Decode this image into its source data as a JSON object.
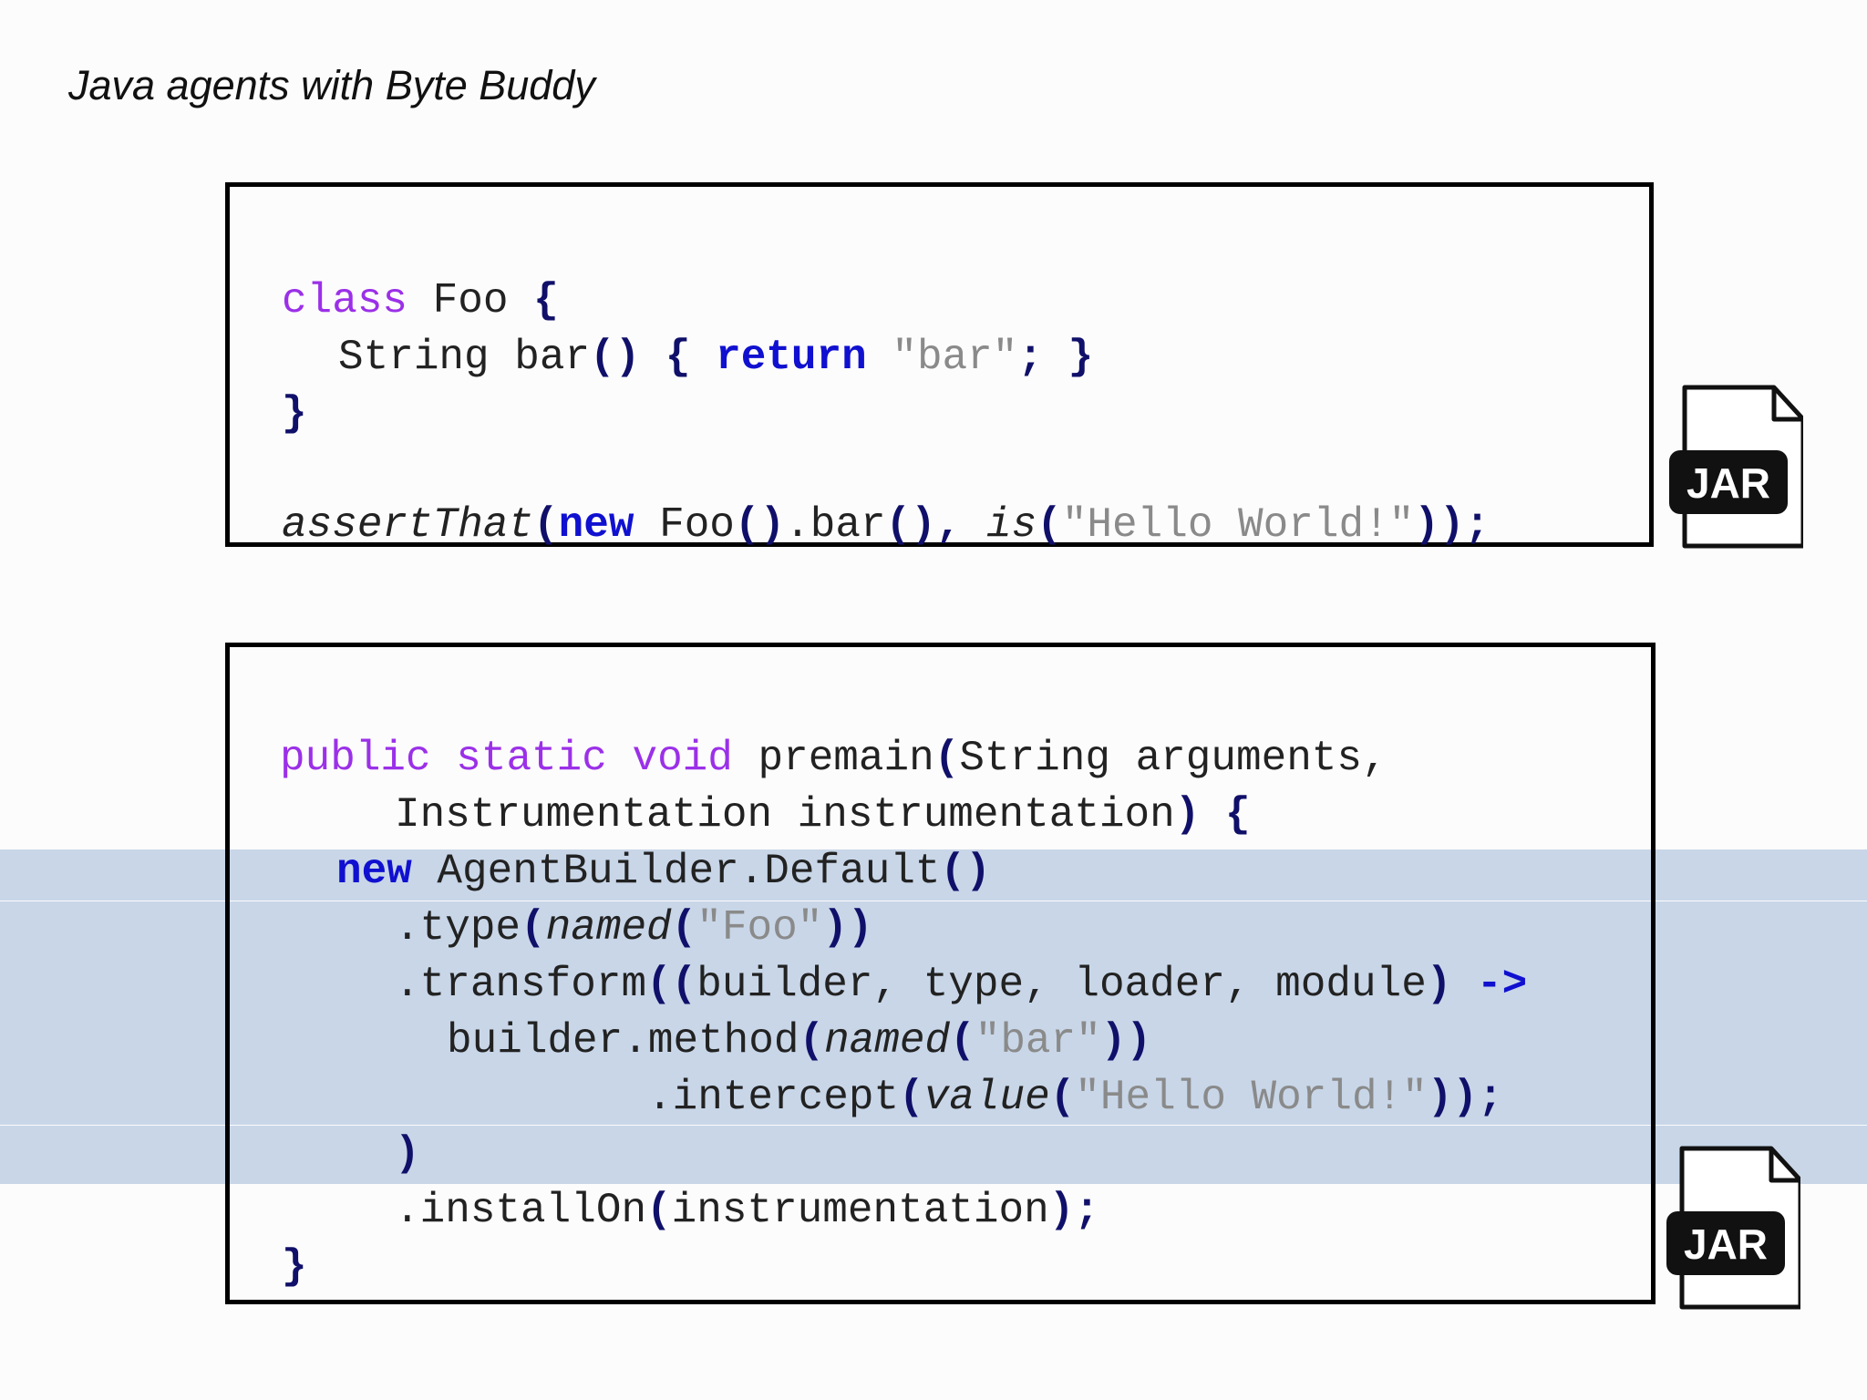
{
  "title": "Java agents with Byte Buddy",
  "top_box": {
    "line1": {
      "kw": "class",
      "text": " Foo ",
      "brace": "{"
    },
    "line2": {
      "type": "String bar",
      "paren": "()",
      "sp": " ",
      "brace_open": "{",
      "kw": "return",
      "str": "\"bar\"",
      "semi": "; ",
      "brace_close": "}"
    },
    "line3": {
      "brace": "}"
    },
    "line4": {
      "fn": "assertThat",
      "p1": "(",
      "kw": "new",
      "foo": " Foo",
      "p2": "()",
      "dotbar": ".bar",
      "p3": "()",
      "comma": ", ",
      "is": "is",
      "p4": "(",
      "str": "\"Hello World!\"",
      "p5": "));"
    }
  },
  "bottom_box": {
    "l1": {
      "kw": "public static void",
      "text": " premain",
      "p": "(",
      "rest": "String arguments,"
    },
    "l2": {
      "text": "Instrumentation instrumentation",
      "p": ")",
      "sp": " ",
      "brace": "{"
    },
    "l3": {
      "kw": "new",
      "text": " AgentBuilder.Default",
      "p": "()"
    },
    "l4": {
      "text": ".type",
      "p1": "(",
      "fn": "named",
      "p2": "(",
      "str": "\"Foo\"",
      "p3": "))"
    },
    "l5": {
      "text": ".transform",
      "p1": "((",
      "args": "builder, type, loader, module",
      "p2": ")",
      "sp": " ",
      "arrow": "->"
    },
    "l6": {
      "text": "builder.method",
      "p1": "(",
      "fn": "named",
      "p2": "(",
      "str": "\"bar\"",
      "p3": "))"
    },
    "l7": {
      "text": ".intercept",
      "p1": "(",
      "fn": "value",
      "p2": "(",
      "str": "\"Hello World!\"",
      "p3": "));"
    },
    "l8": {
      "p": ")"
    },
    "l9": {
      "text": ".installOn",
      "p1": "(",
      "arg": "instrumentation",
      "p2": ");"
    },
    "l10": {
      "brace": "}"
    }
  },
  "icons": {
    "jar_top": {
      "label": "JAR",
      "name": "jar-file-icon"
    },
    "jar_bottom": {
      "label": "JAR",
      "name": "jar-file-icon"
    }
  }
}
